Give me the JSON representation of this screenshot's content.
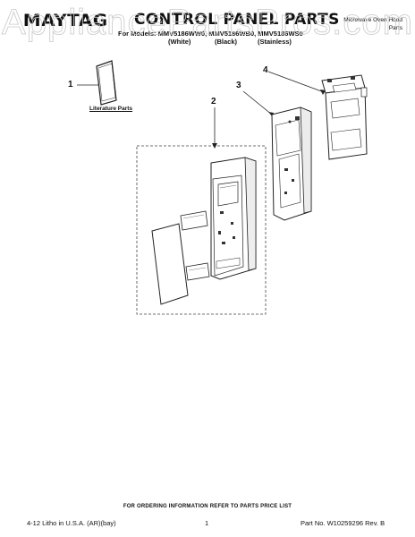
{
  "header": {
    "brand": "MAYTAG",
    "title": "CONTROL PANEL PARTS",
    "models_line": "For Models: MMV5186WW0, MMV5186WB0, MMV5186WS0",
    "variants": [
      "(White)",
      "(Black)",
      "(Stainless)"
    ],
    "right_line1": "Microwave Oven Hood",
    "right_line2": "Parts"
  },
  "watermark": "AppliancePartsPros.com",
  "diagram": {
    "callouts": [
      "1",
      "2",
      "3",
      "4"
    ],
    "literature_label": "Literature Parts"
  },
  "footer": {
    "note": "FOR ORDERING INFORMATION REFER TO PARTS PRICE LIST",
    "left": "4-12 Litho in U.S.A. (AR)(bay)",
    "page": "1",
    "part_number": "Part No. W10259296 Rev. B"
  }
}
